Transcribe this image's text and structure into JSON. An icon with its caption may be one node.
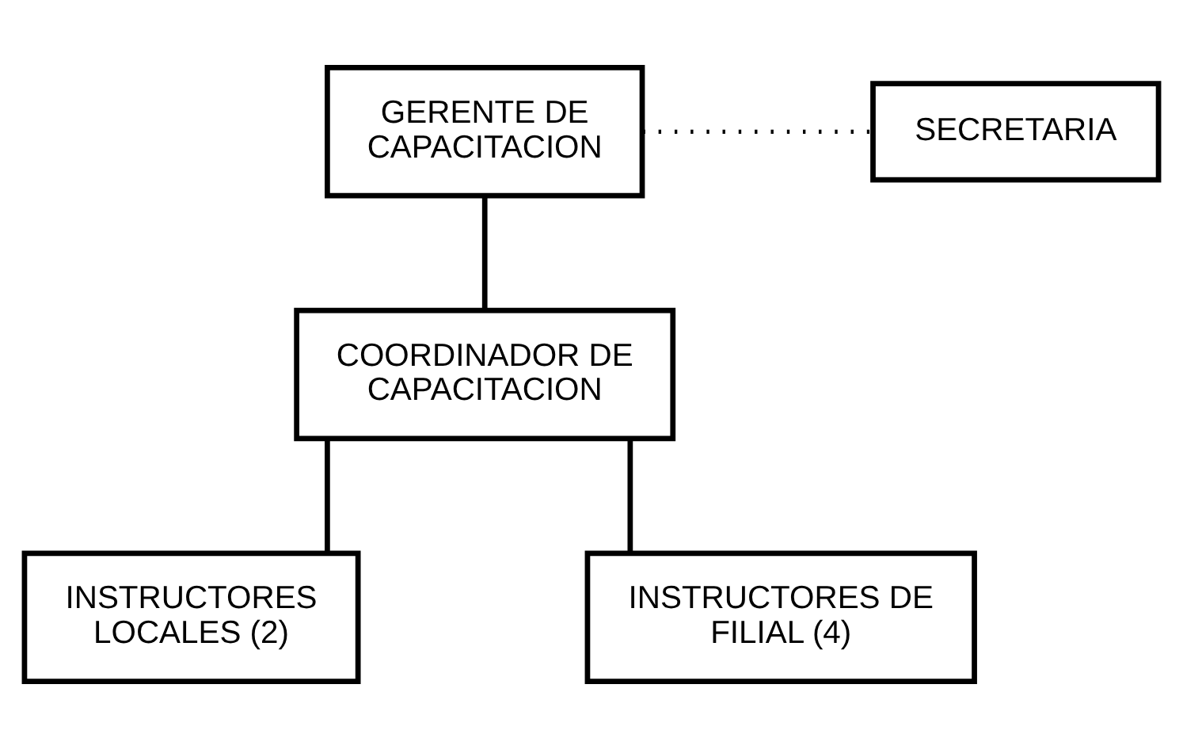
{
  "diagram": {
    "nodes": [
      {
        "text": [
          "GERENTE DE CAPACITACION"
        ]
      },
      {
        "text": [
          "SECRETARIA"
        ]
      },
      {
        "text": [
          "COORDINADOR DE CAPACITACION"
        ]
      },
      {
        "text": [
          "INSTRUCTORES LOCALES (2)"
        ]
      },
      {
        "text": [
          "INSTRUCTORES DE FILIAL (4)"
        ]
      }
    ],
    "edges": [
      {
        "from": 0,
        "to": 1,
        "arrow": "none",
        "style": "dashed"
      },
      {
        "from": 0,
        "to": 2,
        "arrow": "none"
      },
      {
        "from": 2,
        "to": 3,
        "arrow": "none"
      },
      {
        "from": 2,
        "to": 4,
        "arrow": "none"
      }
    ]
  }
}
